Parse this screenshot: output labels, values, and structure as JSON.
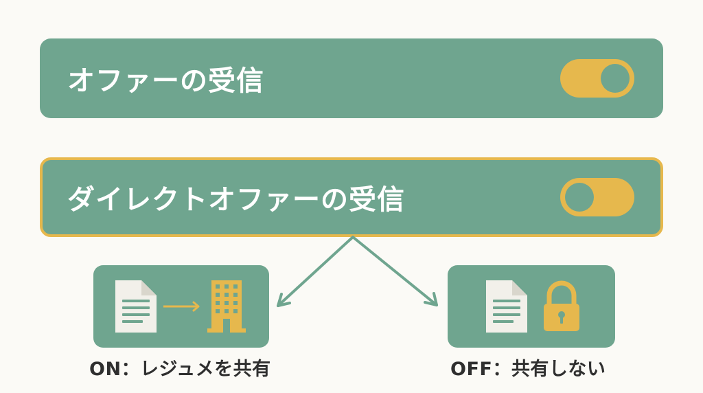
{
  "colors": {
    "panel": "#6fa58f",
    "accent": "#e6b84d",
    "document": "#f2f0ea",
    "document_lines": "#6fa58f",
    "arrow": "#6fa58f",
    "caption": "#2f2f2f"
  },
  "settings": [
    {
      "label": "オファーの受信",
      "toggle_state": "on",
      "highlighted": false
    },
    {
      "label": "ダイレクトオファーの受信",
      "toggle_state": "off",
      "highlighted": true
    }
  ],
  "outcomes": {
    "on": {
      "caption": "ON：レジュメを共有",
      "icons": [
        "document-icon",
        "arrow-right-icon",
        "building-icon"
      ]
    },
    "off": {
      "caption": "OFF：共有しない",
      "icons": [
        "document-icon",
        "lock-icon"
      ]
    }
  }
}
